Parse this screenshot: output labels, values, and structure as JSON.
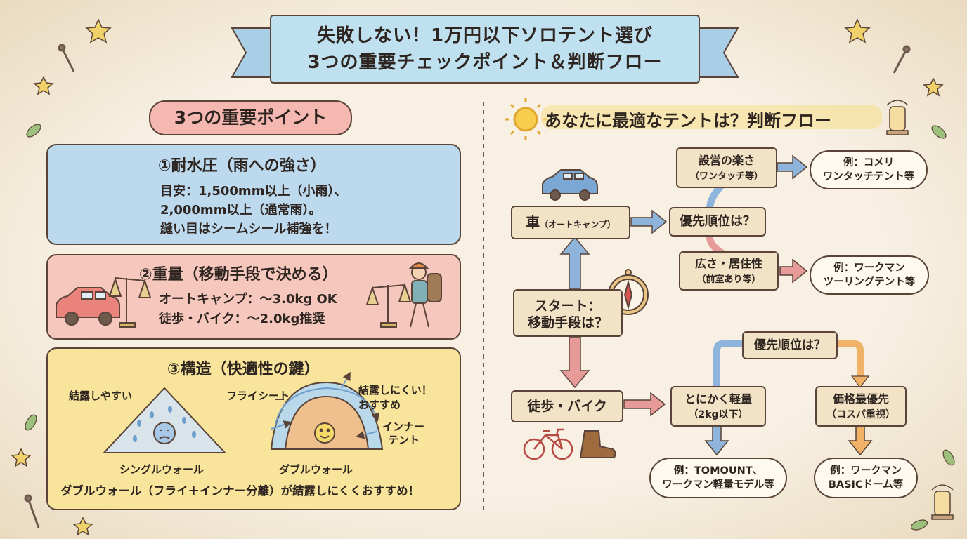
{
  "title": {
    "line1": "失敗しない！1万円以下ソロテント選び",
    "line2": "3つの重要チェックポイント＆判断フロー"
  },
  "left": {
    "heading": "3つの重要ポイント",
    "card1": {
      "title": "①耐水圧（雨への強さ）",
      "line1": "目安：1,500mm以上（小雨）、",
      "line2": "2,000mm以上（通常雨）。",
      "line3": "縫い目はシームシール補強を！",
      "color": "#bcd9ee"
    },
    "card2": {
      "title": "②重量（移動手段で決める）",
      "line1": "オートキャンプ：～3.0kg OK",
      "line2": "徒歩・バイク：～2.0kg推奨",
      "color": "#f6c7bd"
    },
    "card3": {
      "title": "③構造（快適性の鍵）",
      "single_note": "結露しやすい",
      "single_label": "シングルウォール",
      "fly_label": "フライシート",
      "double_note_1": "結露しにくい！",
      "double_note_2": "おすすめ",
      "inner_label_1": "インナー",
      "inner_label_2": "テント",
      "double_label": "ダブルウォール",
      "footer": "ダブルウォール（フライ＋インナー分離）が結露しにくくおすすめ！",
      "color": "#f8e49a"
    }
  },
  "flow": {
    "heading": "あなたに最適なテントは？判断フロー",
    "start_1": "スタート：",
    "start_2": "移動手段は？",
    "car_main": "車",
    "car_sub": "（オートキャンプ）",
    "walk": "徒歩・バイク",
    "priority_car": "優先順位は？",
    "easy_1": "設営の楽さ",
    "easy_2": "（ワンタッチ等）",
    "easy_example_1": "例：コメリ",
    "easy_example_2": "ワンタッチテント等",
    "wide_1": "広さ・居住性",
    "wide_2": "（前室あり等）",
    "wide_example_1": "例：ワークマン",
    "wide_example_2": "ツーリングテント等",
    "priority_walk": "優先順位は？",
    "light_1": "とにかく軽量",
    "light_2": "（2kg以下）",
    "light_example_1": "例：TOMOUNT、",
    "light_example_2": "ワークマン軽量モデル等",
    "price_1": "価格最優先",
    "price_2": "（コスパ重視）",
    "price_example_1": "例：ワークマン",
    "price_example_2": "BASICドーム等"
  },
  "colors": {
    "background": "#f6efe1",
    "blue_arrow": "#8fb4db",
    "red_arrow": "#e79b98",
    "orange_arrow": "#f0b266",
    "box_fill": "#f3e3c6",
    "outline": "#5a4339"
  },
  "icons": [
    "star-icon",
    "nail-icon",
    "leaf-icon",
    "lantern-icon",
    "sun-icon",
    "compass-icon",
    "car-icon",
    "bicycle-icon",
    "boot-icon",
    "rain-cloud-icon",
    "tent-icon",
    "tape-icon",
    "scale-icon",
    "hiker-icon"
  ]
}
